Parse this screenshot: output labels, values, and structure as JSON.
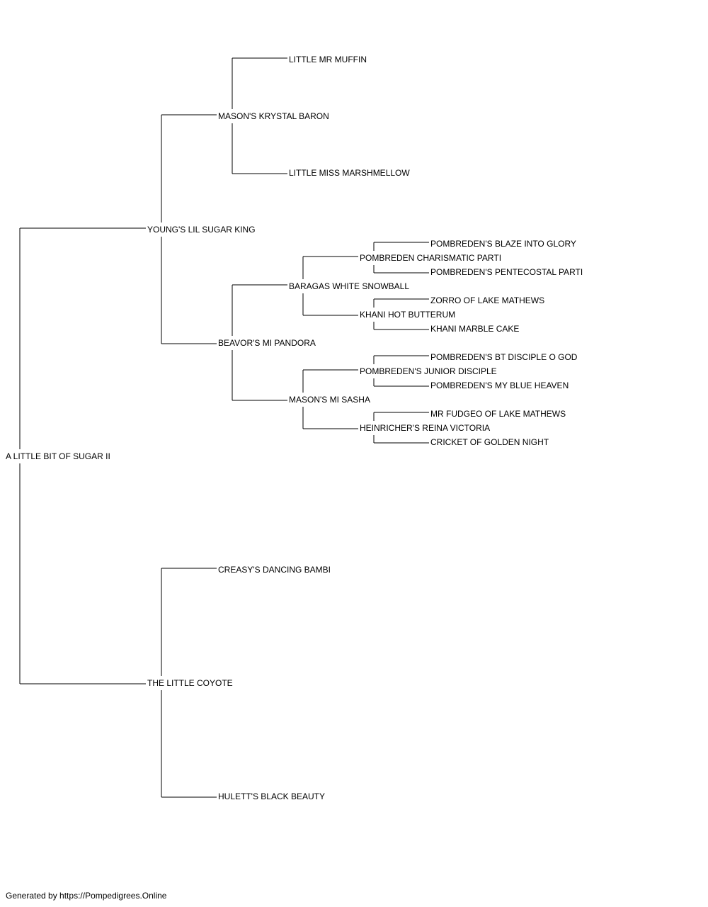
{
  "pedigree": {
    "name": "A LITTLE BIT OF SUGAR II",
    "sire": {
      "name": "YOUNG'S LIL SUGAR KING",
      "sire": {
        "name": "MASON'S KRYSTAL BARON",
        "sire": {
          "name": "LITTLE MR MUFFIN"
        },
        "dam": {
          "name": "LITTLE MISS MARSHMELLOW"
        }
      },
      "dam": {
        "name": "BEAVOR'S MI PANDORA",
        "sire": {
          "name": "BARAGAS WHITE SNOWBALL",
          "sire": {
            "name": "POMBREDEN CHARISMATIC PARTI",
            "sire": {
              "name": "POMBREDEN'S BLAZE INTO GLORY"
            },
            "dam": {
              "name": "POMBREDEN'S PENTECOSTAL PARTI"
            }
          },
          "dam": {
            "name": "KHANI HOT BUTTERUM",
            "sire": {
              "name": "ZORRO OF LAKE MATHEWS"
            },
            "dam": {
              "name": "KHANI MARBLE CAKE"
            }
          }
        },
        "dam": {
          "name": "MASON'S MI SASHA",
          "sire": {
            "name": "POMBREDEN'S JUNIOR DISCIPLE",
            "sire": {
              "name": "POMBREDEN'S BT DISCIPLE O GOD"
            },
            "dam": {
              "name": "POMBREDEN'S MY BLUE HEAVEN"
            }
          },
          "dam": {
            "name": "HEINRICHER'S REINA VICTORIA",
            "sire": {
              "name": "MR FUDGEO OF LAKE MATHEWS"
            },
            "dam": {
              "name": "CRICKET OF GOLDEN NIGHT"
            }
          }
        }
      }
    },
    "dam": {
      "name": "THE LITTLE COYOTE",
      "sire": {
        "name": "CREASY'S DANCING BAMBI"
      },
      "dam": {
        "name": "HULETT'S BLACK BEAUTY"
      }
    }
  },
  "footer": {
    "text": "Generated by https://Pompedigrees.Online"
  },
  "colors": {
    "line": "#000000",
    "text": "#000000",
    "background": "#ffffff"
  }
}
